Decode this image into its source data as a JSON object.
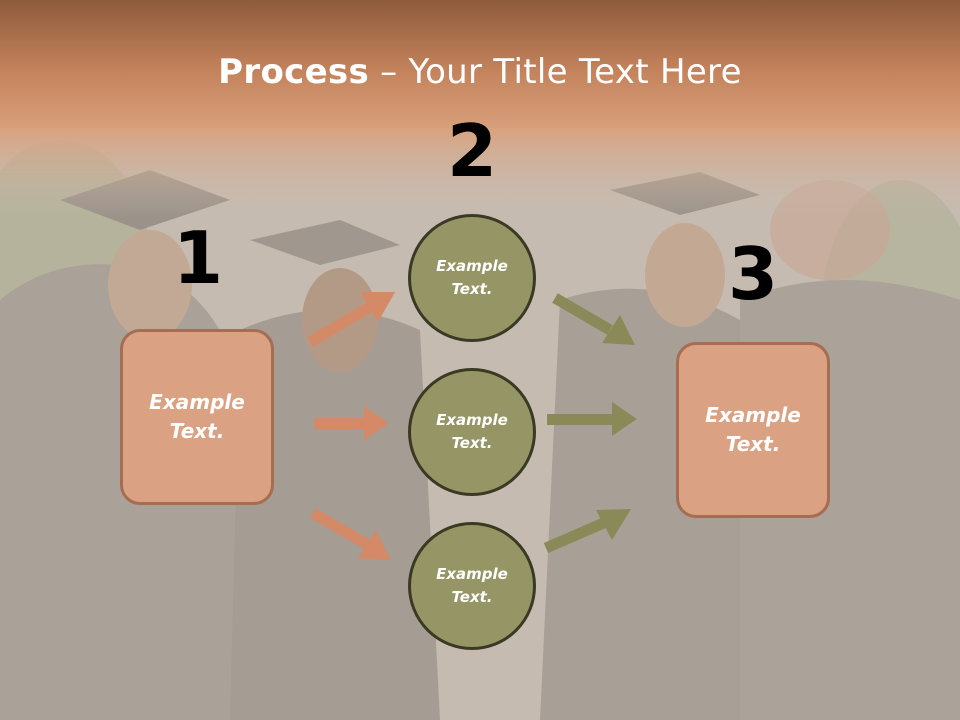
{
  "title": {
    "bold": "Process",
    "dash": " – ",
    "rest": "Your Title Text Here"
  },
  "steps": [
    {
      "number": "1",
      "label": "Example Text."
    },
    {
      "number": "2",
      "label": "Example Text."
    },
    {
      "number": "3",
      "label": "Example Text."
    }
  ],
  "circles": [
    {
      "line1": "Example",
      "line2": "Text."
    },
    {
      "line1": "Example",
      "line2": "Text."
    },
    {
      "line1": "Example",
      "line2": "Text."
    }
  ],
  "box_left": {
    "line1": "Example",
    "line2": "Text."
  },
  "box_right": {
    "line1": "Example",
    "line2": "Text."
  },
  "colors": {
    "header": "#b87450",
    "box_fill": "#daa283",
    "box_border": "#a56d52",
    "circle_fill": "#959566",
    "circle_border": "#3a3a24",
    "arrow_orange": "#d48a66",
    "arrow_olive": "#8a8a58"
  }
}
